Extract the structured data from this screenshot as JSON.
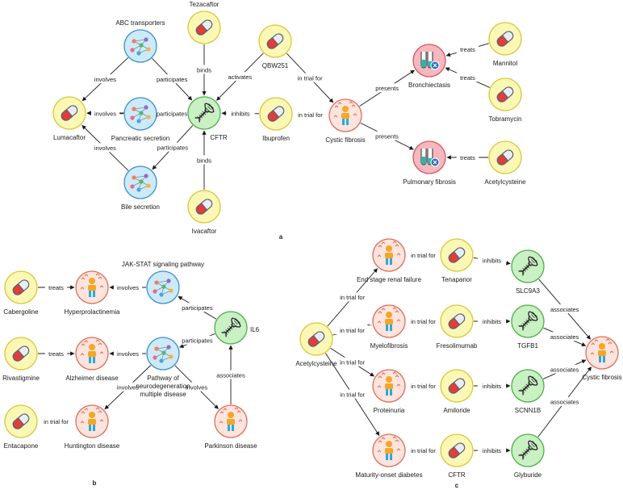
{
  "panels": [
    {
      "label": "a",
      "nodes": [
        {
          "id": "tezacaftor",
          "label": "Tezacaftor",
          "kind": "drug"
        },
        {
          "id": "abc",
          "label": "ABC transporters",
          "kind": "pathway"
        },
        {
          "id": "qbw251",
          "label": "QBW251",
          "kind": "drug"
        },
        {
          "id": "lumacaftor",
          "label": "Lumacaftor",
          "kind": "drug"
        },
        {
          "id": "pancreatic",
          "label": "Pancreatic secretion",
          "kind": "pathway"
        },
        {
          "id": "cftr_a",
          "label": "CFTR",
          "kind": "gene"
        },
        {
          "id": "ibuprofen",
          "label": "Ibuprofen",
          "kind": "drug"
        },
        {
          "id": "cf_a",
          "label": "Cystic fibrosis",
          "kind": "disease"
        },
        {
          "id": "bronchiectasis",
          "label": "Bronchiectasis",
          "kind": "phenotype"
        },
        {
          "id": "mannitol",
          "label": "Mannitol",
          "kind": "drug"
        },
        {
          "id": "tobramycin",
          "label": "Tobramycin",
          "kind": "drug"
        },
        {
          "id": "pulmfib",
          "label": "Pulmonary fibrosis",
          "kind": "phenotype"
        },
        {
          "id": "acetyl_a",
          "label": "Acetylcysteine",
          "kind": "drug"
        },
        {
          "id": "bile",
          "label": "Bile secretion",
          "kind": "pathway"
        },
        {
          "id": "ivacaftor",
          "label": "Ivacaftor",
          "kind": "drug"
        }
      ],
      "edges": [
        {
          "from": "tezacaftor",
          "to": "cftr_a",
          "label": "binds"
        },
        {
          "from": "abc",
          "to": "cftr_a",
          "label": "participates"
        },
        {
          "from": "abc",
          "to": "lumacaftor",
          "label": "involves"
        },
        {
          "from": "cftr_a",
          "to": "lumacaftor",
          "label": "binds"
        },
        {
          "from": "pancreatic",
          "to": "lumacaftor",
          "label": "involves"
        },
        {
          "from": "pancreatic",
          "to": "cftr_a",
          "label": "participates"
        },
        {
          "from": "bile",
          "to": "lumacaftor",
          "label": "involves"
        },
        {
          "from": "cftr_a",
          "to": "bile",
          "label": "participates"
        },
        {
          "from": "qbw251",
          "to": "cftr_a",
          "label": "activates"
        },
        {
          "from": "qbw251",
          "to": "cf_a",
          "label": "in trial for"
        },
        {
          "from": "ibuprofen",
          "to": "cftr_a",
          "label": "inhibits"
        },
        {
          "from": "ibuprofen",
          "to": "cf_a",
          "label": "in trial for"
        },
        {
          "from": "ivacaftor",
          "to": "cftr_a",
          "label": "binds"
        },
        {
          "from": "cf_a",
          "to": "bronchiectasis",
          "label": "presents"
        },
        {
          "from": "cf_a",
          "to": "pulmfib",
          "label": "presents"
        },
        {
          "from": "mannitol",
          "to": "bronchiectasis",
          "label": "treats"
        },
        {
          "from": "tobramycin",
          "to": "bronchiectasis",
          "label": "treats"
        },
        {
          "from": "acetyl_a",
          "to": "pulmfib",
          "label": "treats"
        }
      ]
    },
    {
      "label": "b",
      "nodes": [
        {
          "id": "cabergoline",
          "label": "Cabergoline",
          "kind": "drug"
        },
        {
          "id": "hyperprol",
          "label": "Hyperprolactinemia",
          "kind": "disease"
        },
        {
          "id": "jakstat",
          "label": "JAK-STAT signaling pathway",
          "kind": "pathway"
        },
        {
          "id": "il6",
          "label": "IL6",
          "kind": "gene"
        },
        {
          "id": "rivastigmine",
          "label": "Rivastigmine",
          "kind": "drug"
        },
        {
          "id": "alzheimer",
          "label": "Alzheimer disease",
          "kind": "disease"
        },
        {
          "id": "neurodeg",
          "label": "Pathway of neurodegeneration multiple disease",
          "kind": "pathway"
        },
        {
          "id": "entacapone",
          "label": "Entacapone",
          "kind": "drug"
        },
        {
          "id": "huntington",
          "label": "Huntington disease",
          "kind": "disease"
        },
        {
          "id": "parkinson",
          "label": "Parkinson disease",
          "kind": "disease"
        }
      ],
      "edges": [
        {
          "from": "cabergoline",
          "to": "hyperprol",
          "label": "treats"
        },
        {
          "from": "jakstat",
          "to": "hyperprol",
          "label": "involves"
        },
        {
          "from": "il6",
          "to": "jakstat",
          "label": "participates"
        },
        {
          "from": "il6",
          "to": "neurodeg",
          "label": "participates"
        },
        {
          "from": "rivastigmine",
          "to": "alzheimer",
          "label": "treats"
        },
        {
          "from": "neurodeg",
          "to": "alzheimer",
          "label": "involves"
        },
        {
          "from": "neurodeg",
          "to": "huntington",
          "label": "involves"
        },
        {
          "from": "neurodeg",
          "to": "parkinson",
          "label": "involves"
        },
        {
          "from": "entacapone",
          "to": "huntington",
          "label": "in trial for"
        },
        {
          "from": "parkinson",
          "to": "il6",
          "label": "associates"
        }
      ]
    },
    {
      "label": "c",
      "nodes": [
        {
          "id": "acetyl_c",
          "label": "Acetylcysteine",
          "kind": "drug"
        },
        {
          "id": "esrf",
          "label": "End stage renal failure",
          "kind": "disease"
        },
        {
          "id": "myelofib",
          "label": "Myelofibrosis",
          "kind": "disease"
        },
        {
          "id": "proteinuria",
          "label": "Proteinuria",
          "kind": "disease"
        },
        {
          "id": "mody",
          "label": "Maturity-onset diabetes",
          "kind": "disease"
        },
        {
          "id": "tenapanor",
          "label": "Tenapanor",
          "kind": "drug"
        },
        {
          "id": "fresolimumab",
          "label": "Fresolimumab",
          "kind": "drug"
        },
        {
          "id": "amiloride",
          "label": "Amiloride",
          "kind": "drug"
        },
        {
          "id": "cftr_c",
          "label": "CFTR",
          "kind": "drug"
        },
        {
          "id": "slc9a3",
          "label": "SLC9A3",
          "kind": "gene"
        },
        {
          "id": "tgfb1",
          "label": "TGFB1",
          "kind": "gene"
        },
        {
          "id": "scnn1b",
          "label": "SCNN1B",
          "kind": "gene"
        },
        {
          "id": "glyburide",
          "label": "Glyburide",
          "kind": "gene"
        },
        {
          "id": "cf_c",
          "label": "Cystic fibrosis",
          "kind": "disease"
        }
      ],
      "edges": [
        {
          "from": "acetyl_c",
          "to": "esrf",
          "label": "in trial for"
        },
        {
          "from": "acetyl_c",
          "to": "myelofib",
          "label": "in trial for"
        },
        {
          "from": "acetyl_c",
          "to": "proteinuria",
          "label": "in trial for"
        },
        {
          "from": "acetyl_c",
          "to": "mody",
          "label": "in trial for"
        },
        {
          "from": "tenapanor",
          "to": "esrf",
          "label": "in trial for"
        },
        {
          "from": "fresolimumab",
          "to": "myelofib",
          "label": "in trial for"
        },
        {
          "from": "amiloride",
          "to": "proteinuria",
          "label": "in trial for"
        },
        {
          "from": "cftr_c",
          "to": "mody",
          "label": "in trial for"
        },
        {
          "from": "tenapanor",
          "to": "slc9a3",
          "label": "inhibits"
        },
        {
          "from": "fresolimumab",
          "to": "tgfb1",
          "label": "inhibits"
        },
        {
          "from": "amiloride",
          "to": "scnn1b",
          "label": "inhibits"
        },
        {
          "from": "cftr_c",
          "to": "glyburide",
          "label": "inhibits"
        },
        {
          "from": "slc9a3",
          "to": "cf_c",
          "label": "associates"
        },
        {
          "from": "tgfb1",
          "to": "cf_c",
          "label": "associates"
        },
        {
          "from": "scnn1b",
          "to": "cf_c",
          "label": "associates"
        },
        {
          "from": "glyburide",
          "to": "cf_c",
          "label": "associates"
        }
      ]
    }
  ],
  "colors": {
    "drug_fill": "#fbf7b5",
    "drug_stroke": "#d6c93a",
    "pathway_fill": "#cdeaf8",
    "pathway_stroke": "#3d8fd1",
    "gene_fill": "#c9f1c4",
    "gene_stroke": "#4fae48",
    "disease_fill": "#fde4de",
    "disease_stroke": "#e06c55",
    "phenotype_fill": "#f5b8bf",
    "phenotype_stroke": "#d45766",
    "edge": "#1a1a1a"
  },
  "icons": {
    "drug": "capsule-icon",
    "pathway": "network-icon",
    "gene": "dna-icon",
    "disease": "person-icon",
    "phenotype": "test-tubes-icon"
  }
}
